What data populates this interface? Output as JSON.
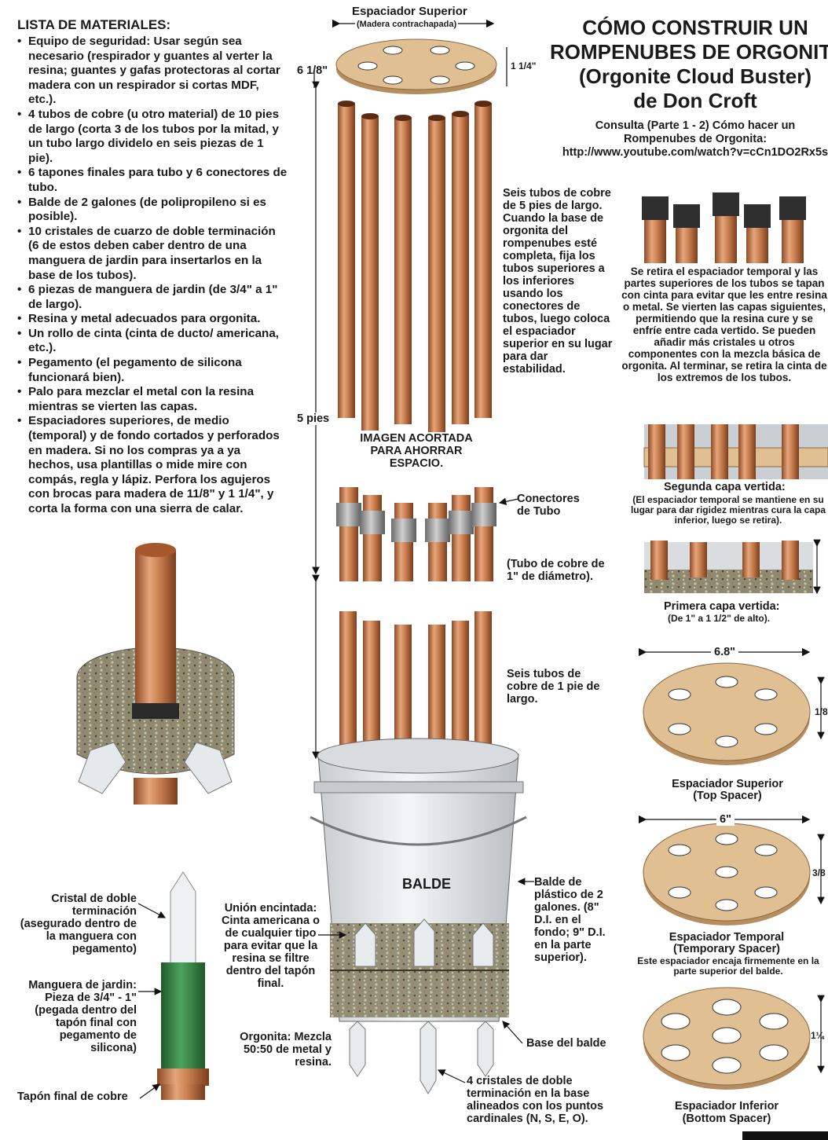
{
  "materials": {
    "title": "LISTA DE MATERIALES:",
    "items": [
      "Equipo de seguridad: Usar según sea necesario (respirador y guantes al verter la resina; guantes y gafas protectoras al cortar madera con un respirador si cortas MDF, etc.).",
      "4 tubos de cobre (u otro material) de 10 pies de largo (corta 3 de los tubos por la mitad, y un tubo largo dividelo en seis piezas de 1 pie).",
      "6 tapones finales para tubo y 6 conectores de tubo.",
      "Balde de 2 galones (de polipropileno si es posible).",
      "10 cristales de cuarzo de doble terminación (6 de estos deben caber dentro de una manguera de jardin para insertarlos en la base de los tubos).",
      "6 piezas de manguera de jardin (de 3/4\" a 1\" de largo).",
      "Resina y metal adecuados para orgonita.",
      "Un rollo de cinta (cinta de ducto/ americana, etc.).",
      "Pegamento (el pegamento de silicona funcionará bien).",
      "Palo para mezclar el metal con la resina mientras se vierten las capas.",
      "Espaciadores superiores, de medio (temporal) y de fondo cortados y perforados en madera. Si no los compras ya a ya hechos, usa plantillas o mide mire con compás, regla y lápiz. Perfora los agujeros con brocas para madera de 11/8\" y 1 1/4\", y corta la forma con una sierra de calar."
    ]
  },
  "title": {
    "line1": "CÓMO CONSTRUIR UN",
    "line2": "ROMPENUBES DE ORGONITA",
    "line3": "(Orgonite Cloud Buster)",
    "line4": "de Don Croft",
    "consult1": "Consulta (Parte 1 - 2) Cómo hacer un",
    "consult2": "Rompenubes de Orgonita:",
    "url": "http://www.youtube.com/watch?v=cCn1DO2Rx5s"
  },
  "center": {
    "top_spacer": "Espaciador Superior",
    "top_spacer_sub": "(Madera contrachapada)",
    "dim_618": "6 1/8\"",
    "dim_114": "1 1/4\"",
    "dim_5ft": "5 pies",
    "six_tubes_5ft": "Seis tubos de cobre de 5 pies de largo. Cuando la base de orgonita del rompenubes esté completa, fija los tubos superiores a los inferiores usando los conectores de tubos, luego coloca el espaciador superior en su lugar para dar estabilidad.",
    "shortened": "IMAGEN ACORTADA PARA AHORRAR ESPACIO.",
    "connectors": "Conectores de Tubo",
    "copper_tube": "(Tubo de cobre de 1\" de diámetro).",
    "six_tubes_1ft": "Seis tubos de cobre de 1 pie de largo.",
    "bucket": "BALDE",
    "bucket_desc": "Balde de plástico de 2 galones. (8\" D.I. en el fondo; 9\" D.I. en la parte superior).",
    "taped_union": "Unión encintada: Cinta americana o de cualquier tipo para evitar que la resina se filtre dentro del tapón final.",
    "orgonite": "Orgonita: Mezcla 50:50 de metal y resina.",
    "bucket_base": "Base del balde",
    "four_crystals": "4 cristales de doble terminación en la base alineados con los puntos cardinales (N, S, E, O)."
  },
  "left": {
    "crystal": "Cristal de doble terminación (asegurado dentro de la manguera con pegamento)",
    "hose": "Manguera de jardin: Pieza de 3/4\" - 1\" (pegada dentro del tapón final con pegamento de silicona)",
    "cap": "Tapón final de cobre"
  },
  "right": {
    "temp_removed": "Se retira el espaciador temporal y las partes superiores de los tubos se tapan con cinta para evitar que les entre resina o metal. Se vierten las capas siguientes, permitiendo que la resina cure y se enfríe entre cada vertido. Se pueden añadir más cristales u otros componentes con la mezcla básica de orgonita. Al terminar, se retira la cinta de los extremos de los tubos.",
    "second_layer": "Segunda capa vertida:",
    "second_layer_note": "(El espaciador temporal se mantiene en su lugar para dar rigidez mientras cura la capa inferior, luego se retira).",
    "first_layer": "Primera capa vertida:",
    "first_layer_note": "(De 1\" a 1 1/2\" de alto).",
    "dim_68": "6.8\"",
    "top_spacer": "Espaciador Superior",
    "top_spacer_en": "(Top Spacer)",
    "dim_6": "6\"",
    "temp_spacer": "Espaciador Temporal",
    "temp_spacer_en": "(Temporary Spacer)",
    "temp_spacer_note": "Este espaciador encaja firmemente en la parte superior del balde.",
    "bottom_spacer": "Espaciador Inferior",
    "bottom_spacer_en": "(Bottom Spacer)",
    "dim_18": "1/8",
    "dim_38": "3/8",
    "dim_114": "1¼"
  },
  "colors": {
    "copper": "#c97f4f",
    "copper_dark": "#8e4b27",
    "wood": "#d9b889",
    "hose": "#3d8a4a",
    "bucket": "#e9ebec"
  }
}
